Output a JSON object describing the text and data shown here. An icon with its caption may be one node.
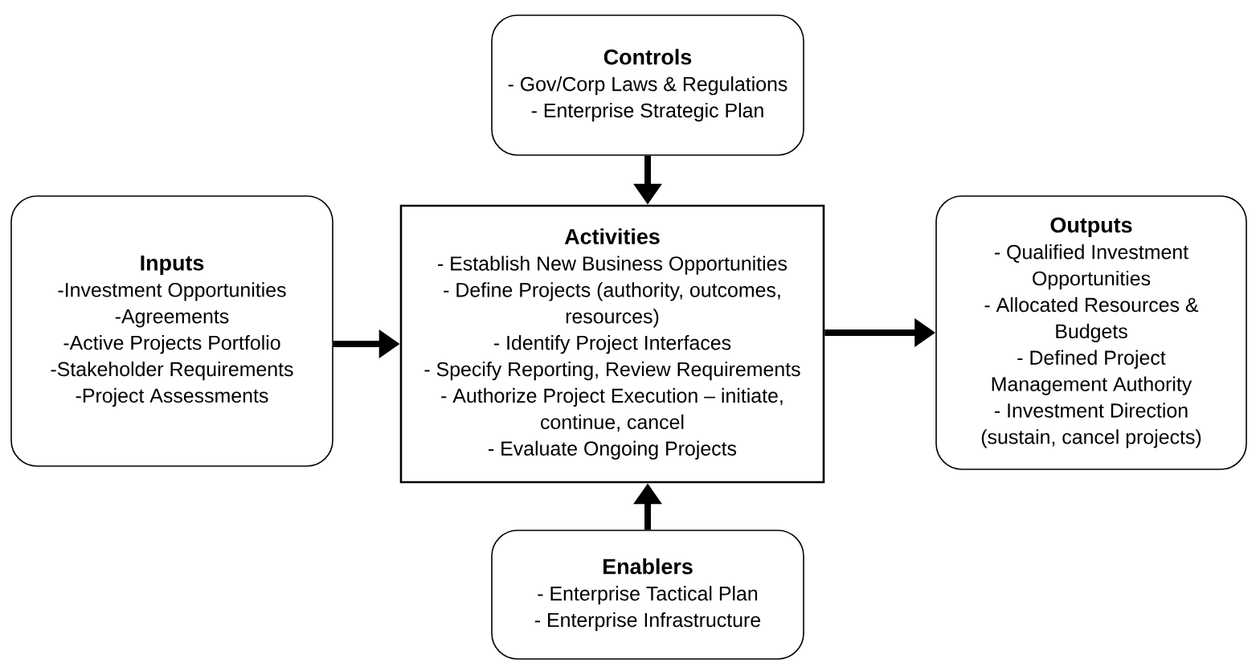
{
  "diagram": {
    "nodes": [
      {
        "text": [
          "Controls",
          "- Gov/Corp Laws & Regulations",
          "- Enterprise Strategic Plan"
        ]
      },
      {
        "text": [
          "Inputs",
          "-Investment Opportunities",
          "-Agreements",
          "-Active Projects Portfolio",
          "-Stakeholder Requirements",
          "-Project Assessments"
        ]
      },
      {
        "text": [
          "Activities",
          "- Establish New Business Opportunities",
          "- Define Projects (authority, outcomes, resources)",
          "- Identify Project Interfaces",
          "- Specify Reporting, Review Requirements",
          "- Authorize Project Execution – initiate, continue, cancel",
          "- Evaluate Ongoing Projects"
        ]
      },
      {
        "text": [
          "Outputs",
          "- Qualified Investment Opportunities",
          "- Allocated Resources & Budgets",
          "- Defined Project Management Authority",
          "- Investment Direction (sustain, cancel projects)"
        ]
      },
      {
        "text": [
          "Enablers",
          "- Enterprise Tactical Plan",
          "- Enterprise Infrastructure"
        ]
      }
    ],
    "edges": [
      {
        "from": 0,
        "to": 2,
        "arrow": "to"
      },
      {
        "from": 1,
        "to": 2,
        "arrow": "to"
      },
      {
        "from": 2,
        "to": 3,
        "arrow": "to"
      },
      {
        "from": 4,
        "to": 2,
        "arrow": "to"
      }
    ]
  }
}
